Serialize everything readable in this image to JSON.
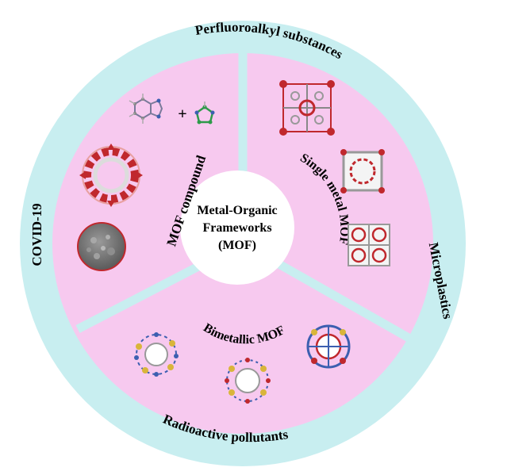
{
  "center": {
    "line1": "Metal-Organic",
    "line2": "Frameworks",
    "line3": "(MOF)"
  },
  "sectors": {
    "left": "MOF compound",
    "right": "Single metal MOF",
    "bottom": "Bimetallic MOF"
  },
  "outer_ring": {
    "top": "Perfluoroalkyl substances",
    "left": "COVID-19",
    "right": "Microplastics",
    "bottom": "Radioactive pollutants"
  },
  "plus_sign": "+",
  "colors": {
    "outer_ring": "#c8eef0",
    "sectors": "#f7c9ef",
    "divider": "#c8eef0",
    "center": "#ffffff",
    "frame_red": "#c0282d",
    "frame_blue": "#3c5fb0",
    "frame_yellow": "#d9b53a",
    "sem_image": "#7b7b7b"
  }
}
